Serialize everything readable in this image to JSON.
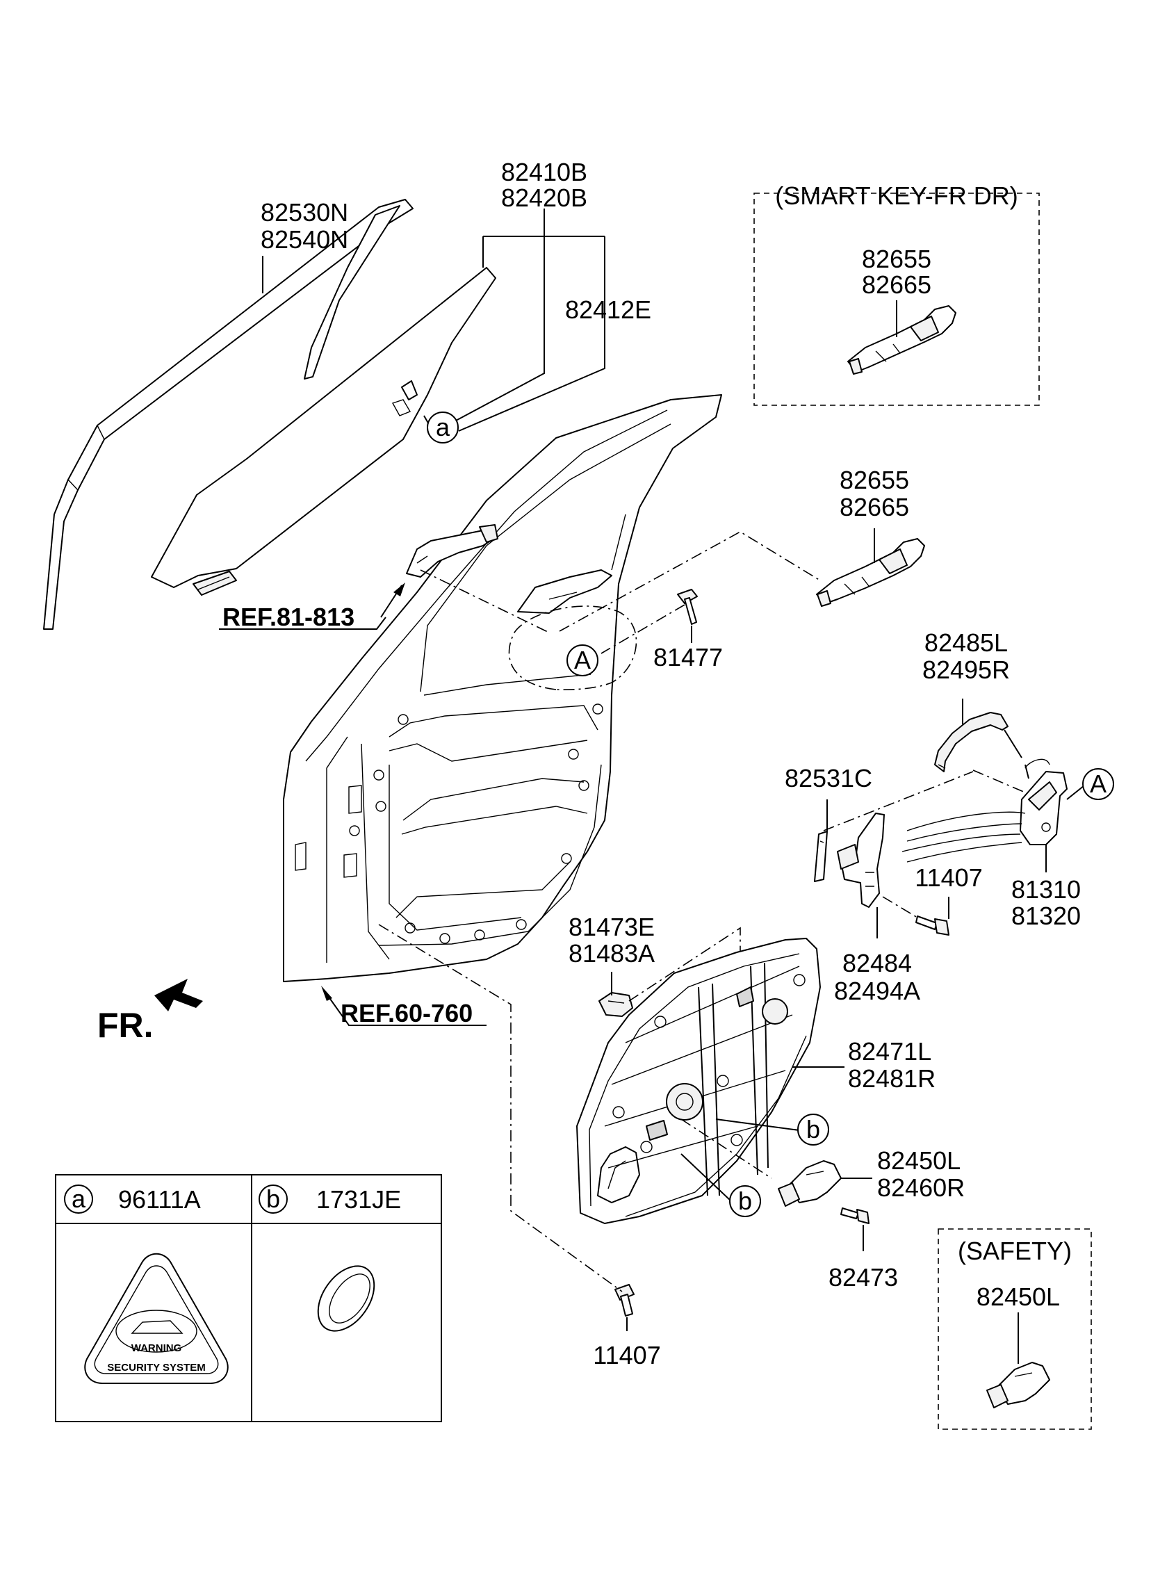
{
  "labels": {
    "p82530n": "82530N",
    "p82540n": "82540N",
    "p82410b": "82410B",
    "p82420b": "82420B",
    "p82412e": "82412E",
    "p82655_top": "82655",
    "p82665_top": "82665",
    "p82655_mid": "82655",
    "p82665_mid": "82665",
    "p81477": "81477",
    "p82485l": "82485L",
    "p82495r": "82495R",
    "p82531c": "82531C",
    "p11407_right": "11407",
    "p81310": "81310",
    "p81320": "81320",
    "p82484": "82484",
    "p82494a": "82494A",
    "p81473e": "81473E",
    "p81483a": "81483A",
    "p82471l": "82471L",
    "p82481r": "82481R",
    "p82450l": "82450L",
    "p82460r": "82460R",
    "p82473": "82473",
    "p11407_bottom": "11407",
    "p82450l_safety": "82450L"
  },
  "refs": {
    "ref_81_813": "REF.81-813",
    "ref_60_760": "REF.60-760",
    "fr": "FR."
  },
  "groups": {
    "smart_key": "(SMART KEY-FR DR)",
    "safety": "(SAFETY)"
  },
  "callouts": {
    "a_lower": "a",
    "b_lower": "b",
    "a_upper": "A"
  },
  "legend": {
    "cell_a": {
      "letter": "a",
      "part": "96111A"
    },
    "cell_b": {
      "letter": "b",
      "part": "1731JE"
    },
    "sticker_line1": "WARNING",
    "sticker_line2": "SECURITY SYSTEM"
  }
}
